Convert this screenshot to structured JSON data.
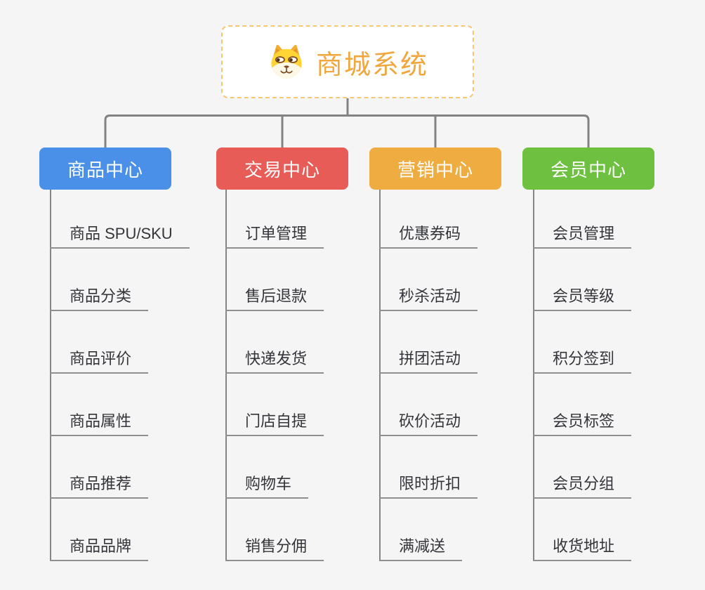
{
  "root": {
    "title": "商城系统",
    "icon": "dog-face-icon",
    "title_color": "#f0a73e",
    "border_color": "#f8c571"
  },
  "branches": [
    {
      "label": "商品中心",
      "color": "#4a90e8",
      "children": [
        "商品 SPU/SKU",
        "商品分类",
        "商品评价",
        "商品属性",
        "商品推荐",
        "商品品牌"
      ]
    },
    {
      "label": "交易中心",
      "color": "#e85c57",
      "children": [
        "订单管理",
        "售后退款",
        "快递发货",
        "门店自提",
        "购物车",
        "销售分佣"
      ]
    },
    {
      "label": "营销中心",
      "color": "#efac41",
      "children": [
        "优惠券码",
        "秒杀活动",
        "拼团活动",
        "砍价活动",
        "限时折扣",
        "满减送"
      ]
    },
    {
      "label": "会员中心",
      "color": "#6ec041",
      "children": [
        "会员管理",
        "会员等级",
        "积分签到",
        "会员标签",
        "会员分组",
        "收货地址"
      ]
    }
  ],
  "colors": {
    "background": "#f5f5f5",
    "connector": "#828282",
    "leaf_line": "#8f8f8f",
    "leaf_text": "#34353a"
  }
}
